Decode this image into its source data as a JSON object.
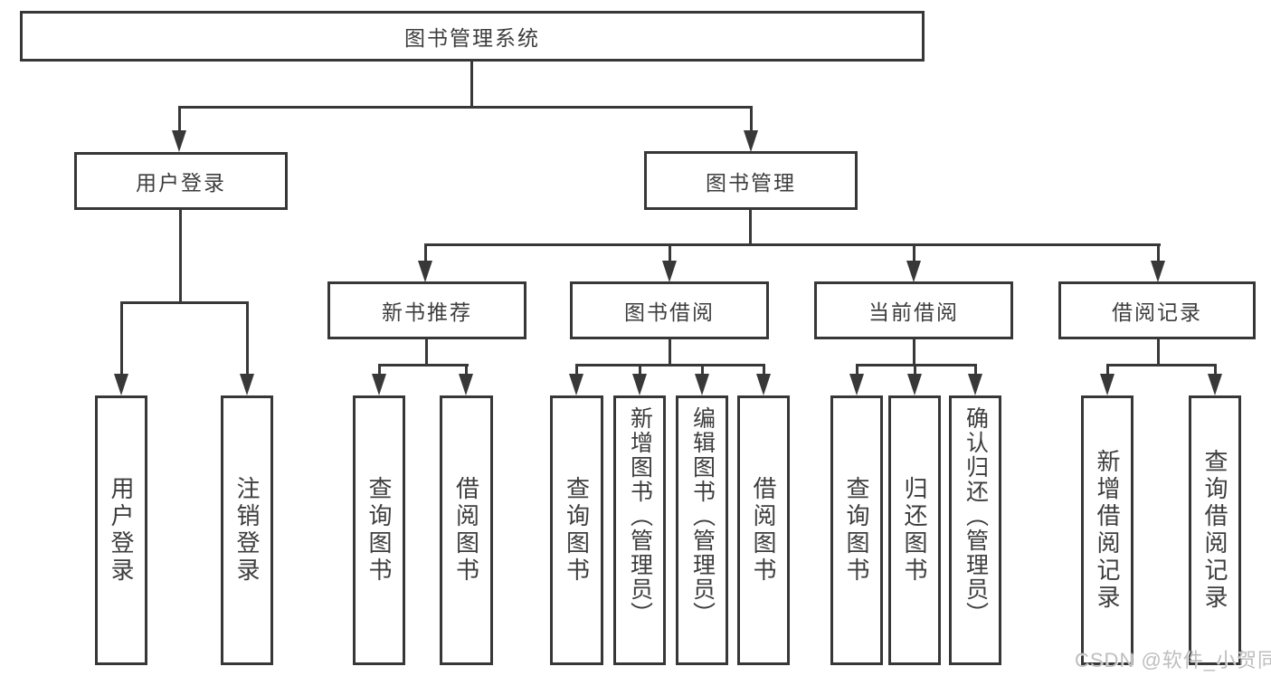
{
  "tree": {
    "root": {
      "label": "图书管理系统"
    },
    "user_login": {
      "label": "用户登录",
      "children": {
        "login": {
          "label": "用户登录"
        },
        "logout": {
          "label": "注销登录"
        }
      }
    },
    "book_management": {
      "label": "图书管理",
      "children": {
        "new_book_recommend": {
          "label": "新书推荐",
          "children": {
            "query_books": {
              "label": "查询图书"
            },
            "borrow_books": {
              "label": "借阅图书"
            }
          }
        },
        "book_borrowing": {
          "label": "图书借阅",
          "children": {
            "query_books": {
              "label": "查询图书"
            },
            "add_books": {
              "label": "新增图书（管理员）"
            },
            "edit_books": {
              "label": "编辑图书（管理员）"
            },
            "borrow_books": {
              "label": "借阅图书"
            }
          }
        },
        "current_borrowing": {
          "label": "当前借阅",
          "children": {
            "query_books": {
              "label": "查询图书"
            },
            "return_books": {
              "label": "归还图书"
            },
            "confirm_return": {
              "label": "确认归还（管理员）"
            }
          }
        },
        "borrowing_records": {
          "label": "借阅记录",
          "children": {
            "add_record": {
              "label": "新增借阅记录"
            },
            "query_record": {
              "label": "查询借阅记录"
            }
          }
        }
      }
    }
  },
  "watermark": {
    "text": "CSDN @软件_小贺同学"
  },
  "colors": {
    "line": "#383838",
    "text": "#3d3d3d",
    "background": "#ffffff",
    "watermark": "#b9b9b9"
  }
}
